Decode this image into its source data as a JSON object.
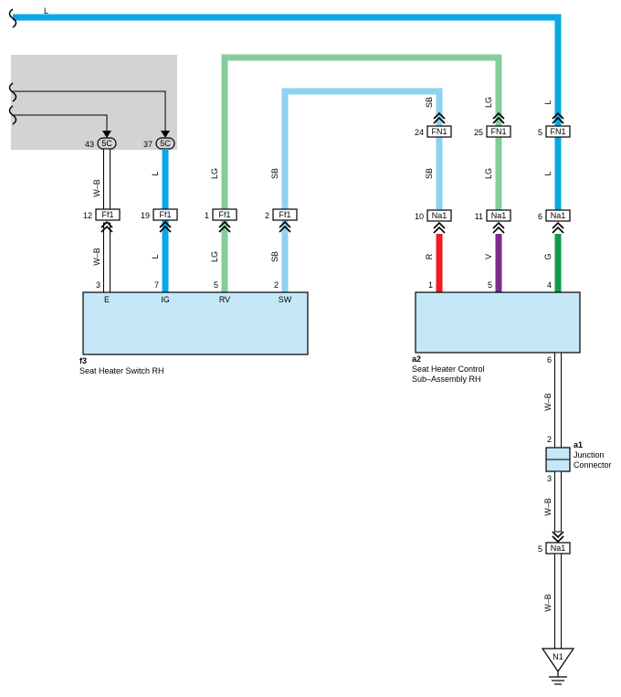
{
  "top_wire_label": "L",
  "colors": {
    "L": "#0aa8e6",
    "LG": "#86cc9a",
    "SB": "#8ed2ef",
    "R": "#ee1c24",
    "V": "#7b2d8e",
    "G": "#0f9a4a",
    "WB_outline": "#000000",
    "WB_fill": "#ffffff",
    "component_fill": "#c5e8f8",
    "shade": "#d3d3d3"
  },
  "switch_unit": {
    "code": "f3",
    "name": "Seat Heater Switch RH",
    "terminals": [
      "E",
      "IG",
      "RV",
      "SW"
    ],
    "pins": [
      "3",
      "7",
      "5",
      "2"
    ],
    "wires": [
      "W–B",
      "L",
      "LG",
      "SB"
    ],
    "ff_pins": [
      "12",
      "19",
      "1",
      "2"
    ],
    "ff_connector": "Ff1",
    "upper_wires": [
      "W–B",
      "L",
      "LG",
      "SB"
    ],
    "oc_pins": [
      "43",
      "37"
    ],
    "oc_connector": "5C"
  },
  "control_unit": {
    "code": "a2",
    "name_line1": "Seat Heater Control",
    "name_line2": "Sub–Assembly RH",
    "pins": [
      "1",
      "5",
      "4"
    ],
    "lower_wires": [
      "R",
      "V",
      "G"
    ],
    "na_pins": [
      "10",
      "11",
      "6"
    ],
    "na_connector": "Na1",
    "mid_wires": [
      "SB",
      "LG",
      "L"
    ],
    "fn_pins": [
      "24",
      "25",
      "5"
    ],
    "fn_connector": "FN1",
    "upper_wires": [
      "SB",
      "LG",
      "L"
    ],
    "out_pin": "6",
    "out_wire": "W–B"
  },
  "junction": {
    "code": "a1",
    "name_line1": "Junction",
    "name_line2": "Connector",
    "pin_top": "2",
    "pin_bottom": "3",
    "wire_below": "W–B"
  },
  "ground_connector": {
    "pin": "5",
    "connector": "Na1",
    "wire_below": "W–B"
  },
  "ground": {
    "label": "N1"
  }
}
